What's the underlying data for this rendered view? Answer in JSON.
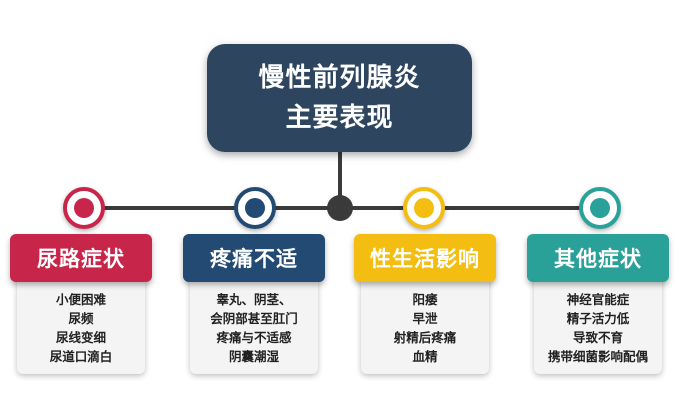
{
  "title": {
    "line1": "慢性前列腺炎",
    "line2": "主要表现",
    "color": "#2e4560"
  },
  "categories": [
    {
      "label": "尿路症状",
      "color": "#c8254a",
      "items": [
        "小便困难",
        "尿频",
        "尿线变细",
        "尿道口滴白"
      ]
    },
    {
      "label": "疼痛不适",
      "color": "#234a72",
      "items": [
        "睾丸、阴茎、",
        "会阴部甚至肛门",
        "疼痛与不适感",
        "阴囊潮湿"
      ]
    },
    {
      "label": "性生活影响",
      "color": "#f4bd12",
      "items": [
        "阳痿",
        "早泄",
        "射精后疼痛",
        "血精"
      ]
    },
    {
      "label": "其他症状",
      "color": "#2aa198",
      "items": [
        "神经官能症",
        "精子活力低",
        "导致不育",
        "携带细菌影响配偶"
      ]
    }
  ],
  "connector_color": "#3a3a3a"
}
